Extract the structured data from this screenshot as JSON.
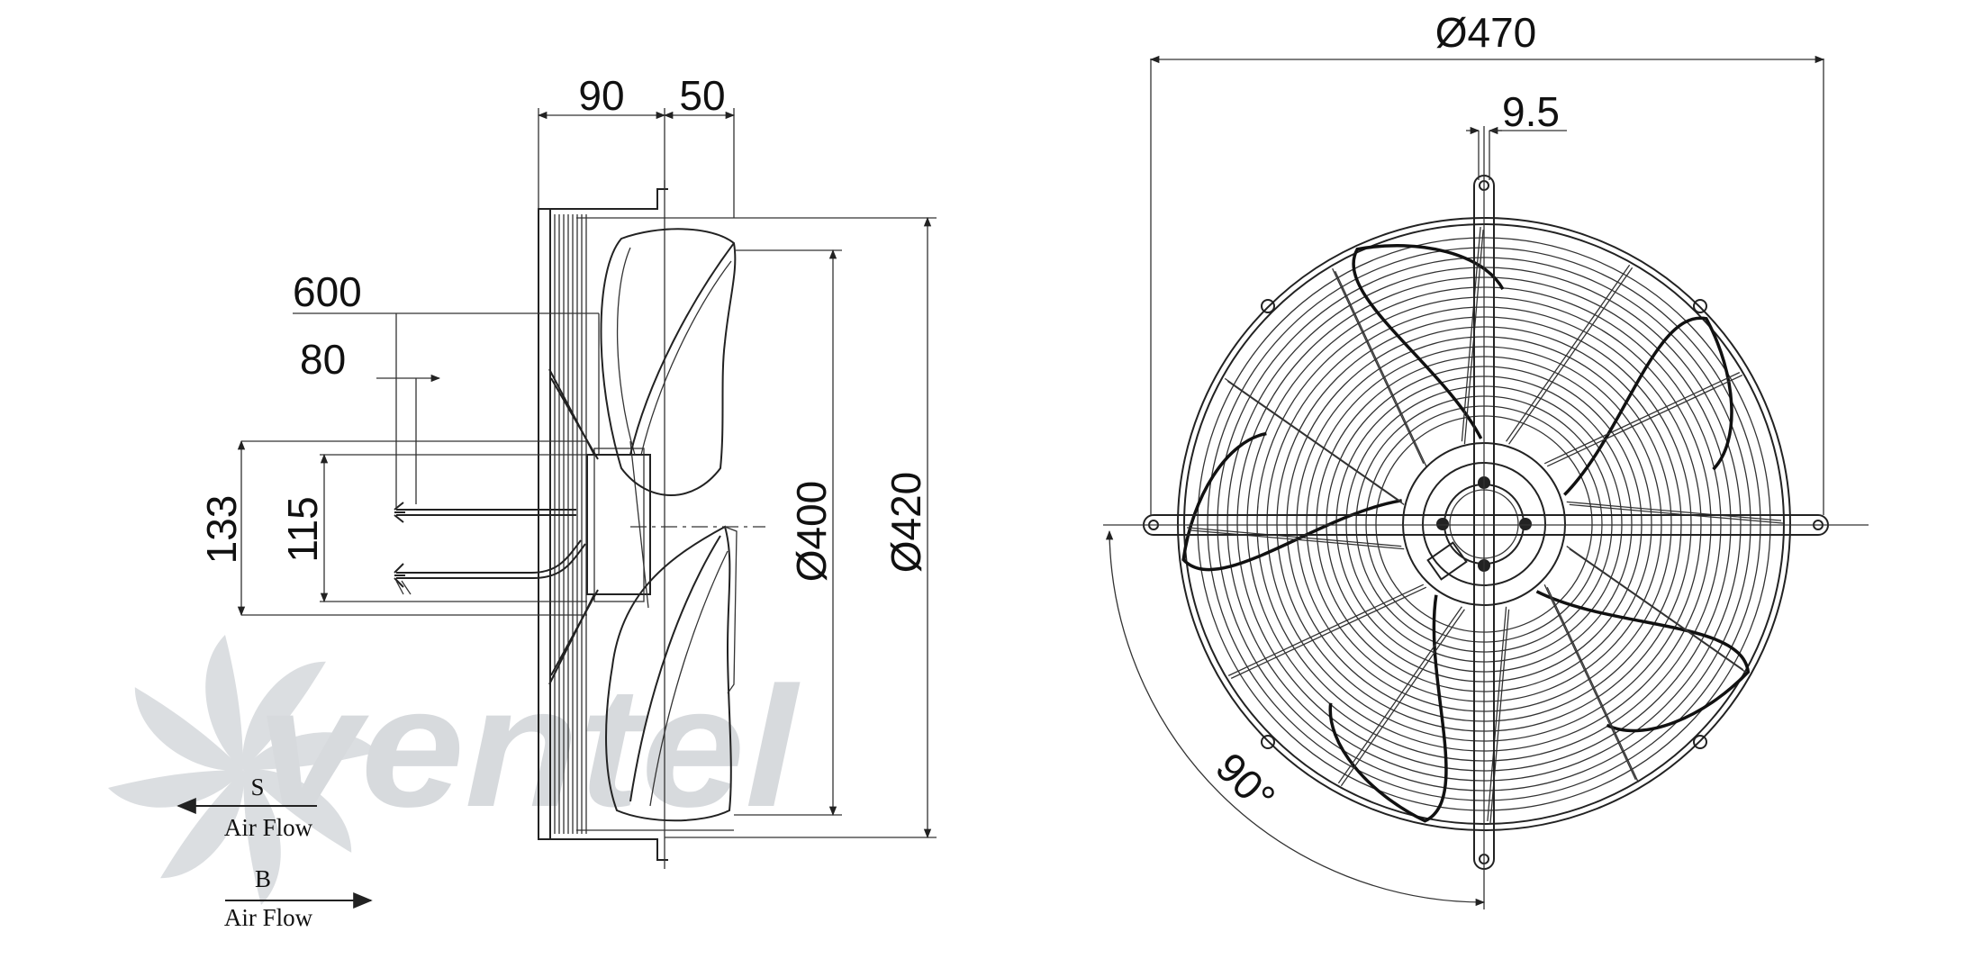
{
  "side_view": {
    "dim_width_motor": "90",
    "dim_width_blade": "50",
    "dim_cable_length": "600",
    "dim_cable_strip": "80",
    "dim_mount_outer": "133",
    "dim_mount_inner": "115",
    "dim_blade_dia": "Ø400",
    "dim_guard_dia": "Ø420"
  },
  "front_view": {
    "dim_outer_dia": "Ø470",
    "dim_slot": "9.5",
    "dim_angle": "90°"
  },
  "airflow": {
    "s_label": "S",
    "s_text": "Air Flow",
    "b_label": "B",
    "b_text": "Air Flow"
  },
  "watermark": {
    "text": "ventel",
    "color_grey": "#d3d6da",
    "color_blue": "#b4d4ec"
  }
}
